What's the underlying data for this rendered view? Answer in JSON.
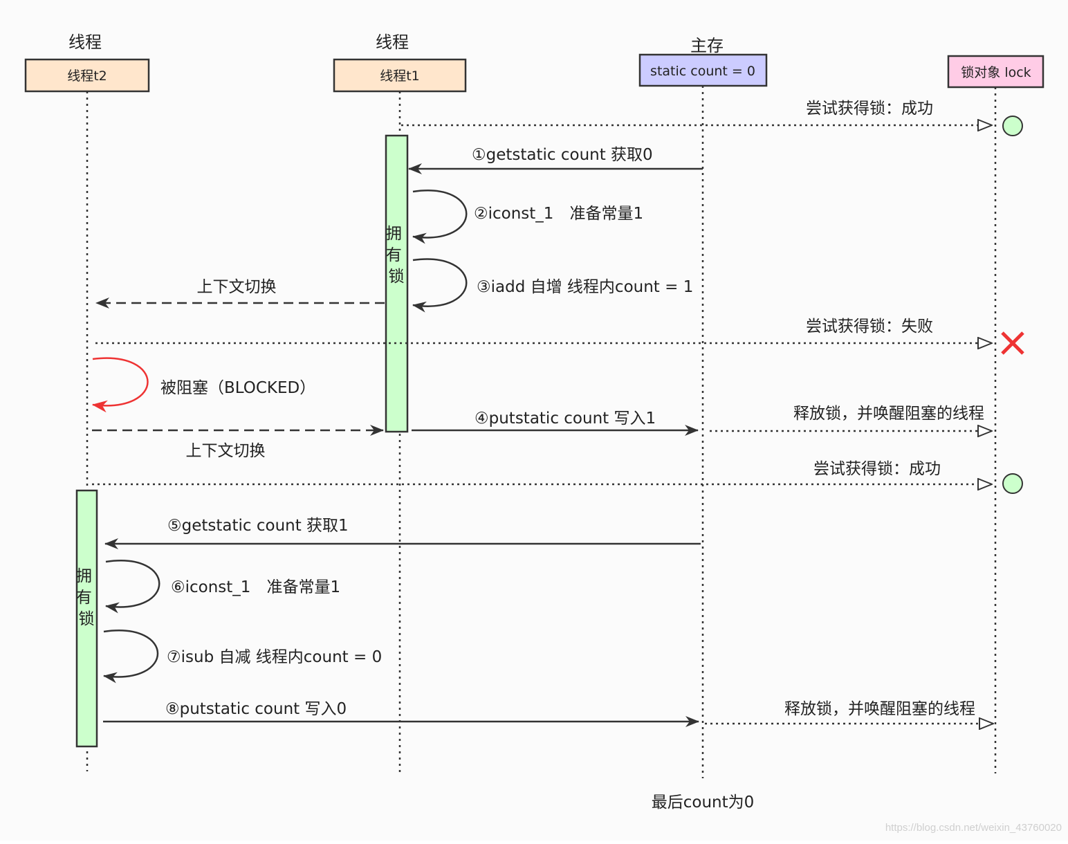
{
  "participants": {
    "t2": {
      "header": "线程",
      "box": "线程t2",
      "fill": "#ffe6cc",
      "stroke": "#333333"
    },
    "t1": {
      "header": "线程",
      "box": "线程t1",
      "fill": "#ffe6cc",
      "stroke": "#333333"
    },
    "mem": {
      "header": "主存",
      "box": "static count = 0",
      "fill": "#ccccff",
      "stroke": "#333333"
    },
    "lock": {
      "header": "",
      "box": "锁对象 lock",
      "fill": "#ffcce6",
      "stroke": "#333333"
    }
  },
  "activations": {
    "t1": {
      "label": "拥有锁",
      "fill": "#ccffcc"
    },
    "t2": {
      "label": "拥有锁",
      "fill": "#ccffcc"
    }
  },
  "messages": {
    "t1_try_lock": "尝试获得锁：成功",
    "m1": "①getstatic count 获取0",
    "m2": "②iconst_1　准备常量1",
    "m3": "③iadd 自增 线程内count = 1",
    "ctx_switch_1": "上下文切换",
    "t2_try_lock_fail": "尝试获得锁：失败",
    "blocked": "被阻塞（BLOCKED）",
    "m4": "④putstatic count 写入1",
    "release_1": "释放锁，并唤醒阻塞的线程",
    "ctx_switch_2": "上下文切换",
    "t2_try_lock_ok": "尝试获得锁：成功",
    "m5": "⑤getstatic count 获取1",
    "m6": "⑥iconst_1　准备常量1",
    "m7": "⑦isub  自减 线程内count = 0",
    "m8": "⑧putstatic count 写入0",
    "release_2": "释放锁，并唤醒阻塞的线程"
  },
  "footer": "最后count为0",
  "watermark": "https://blog.csdn.net/weixin_43760020",
  "colors": {
    "line": "#333333",
    "blocked": "#ee3333",
    "fail_mark": "#ee3333",
    "success_mark_fill": "#ccffcc"
  }
}
